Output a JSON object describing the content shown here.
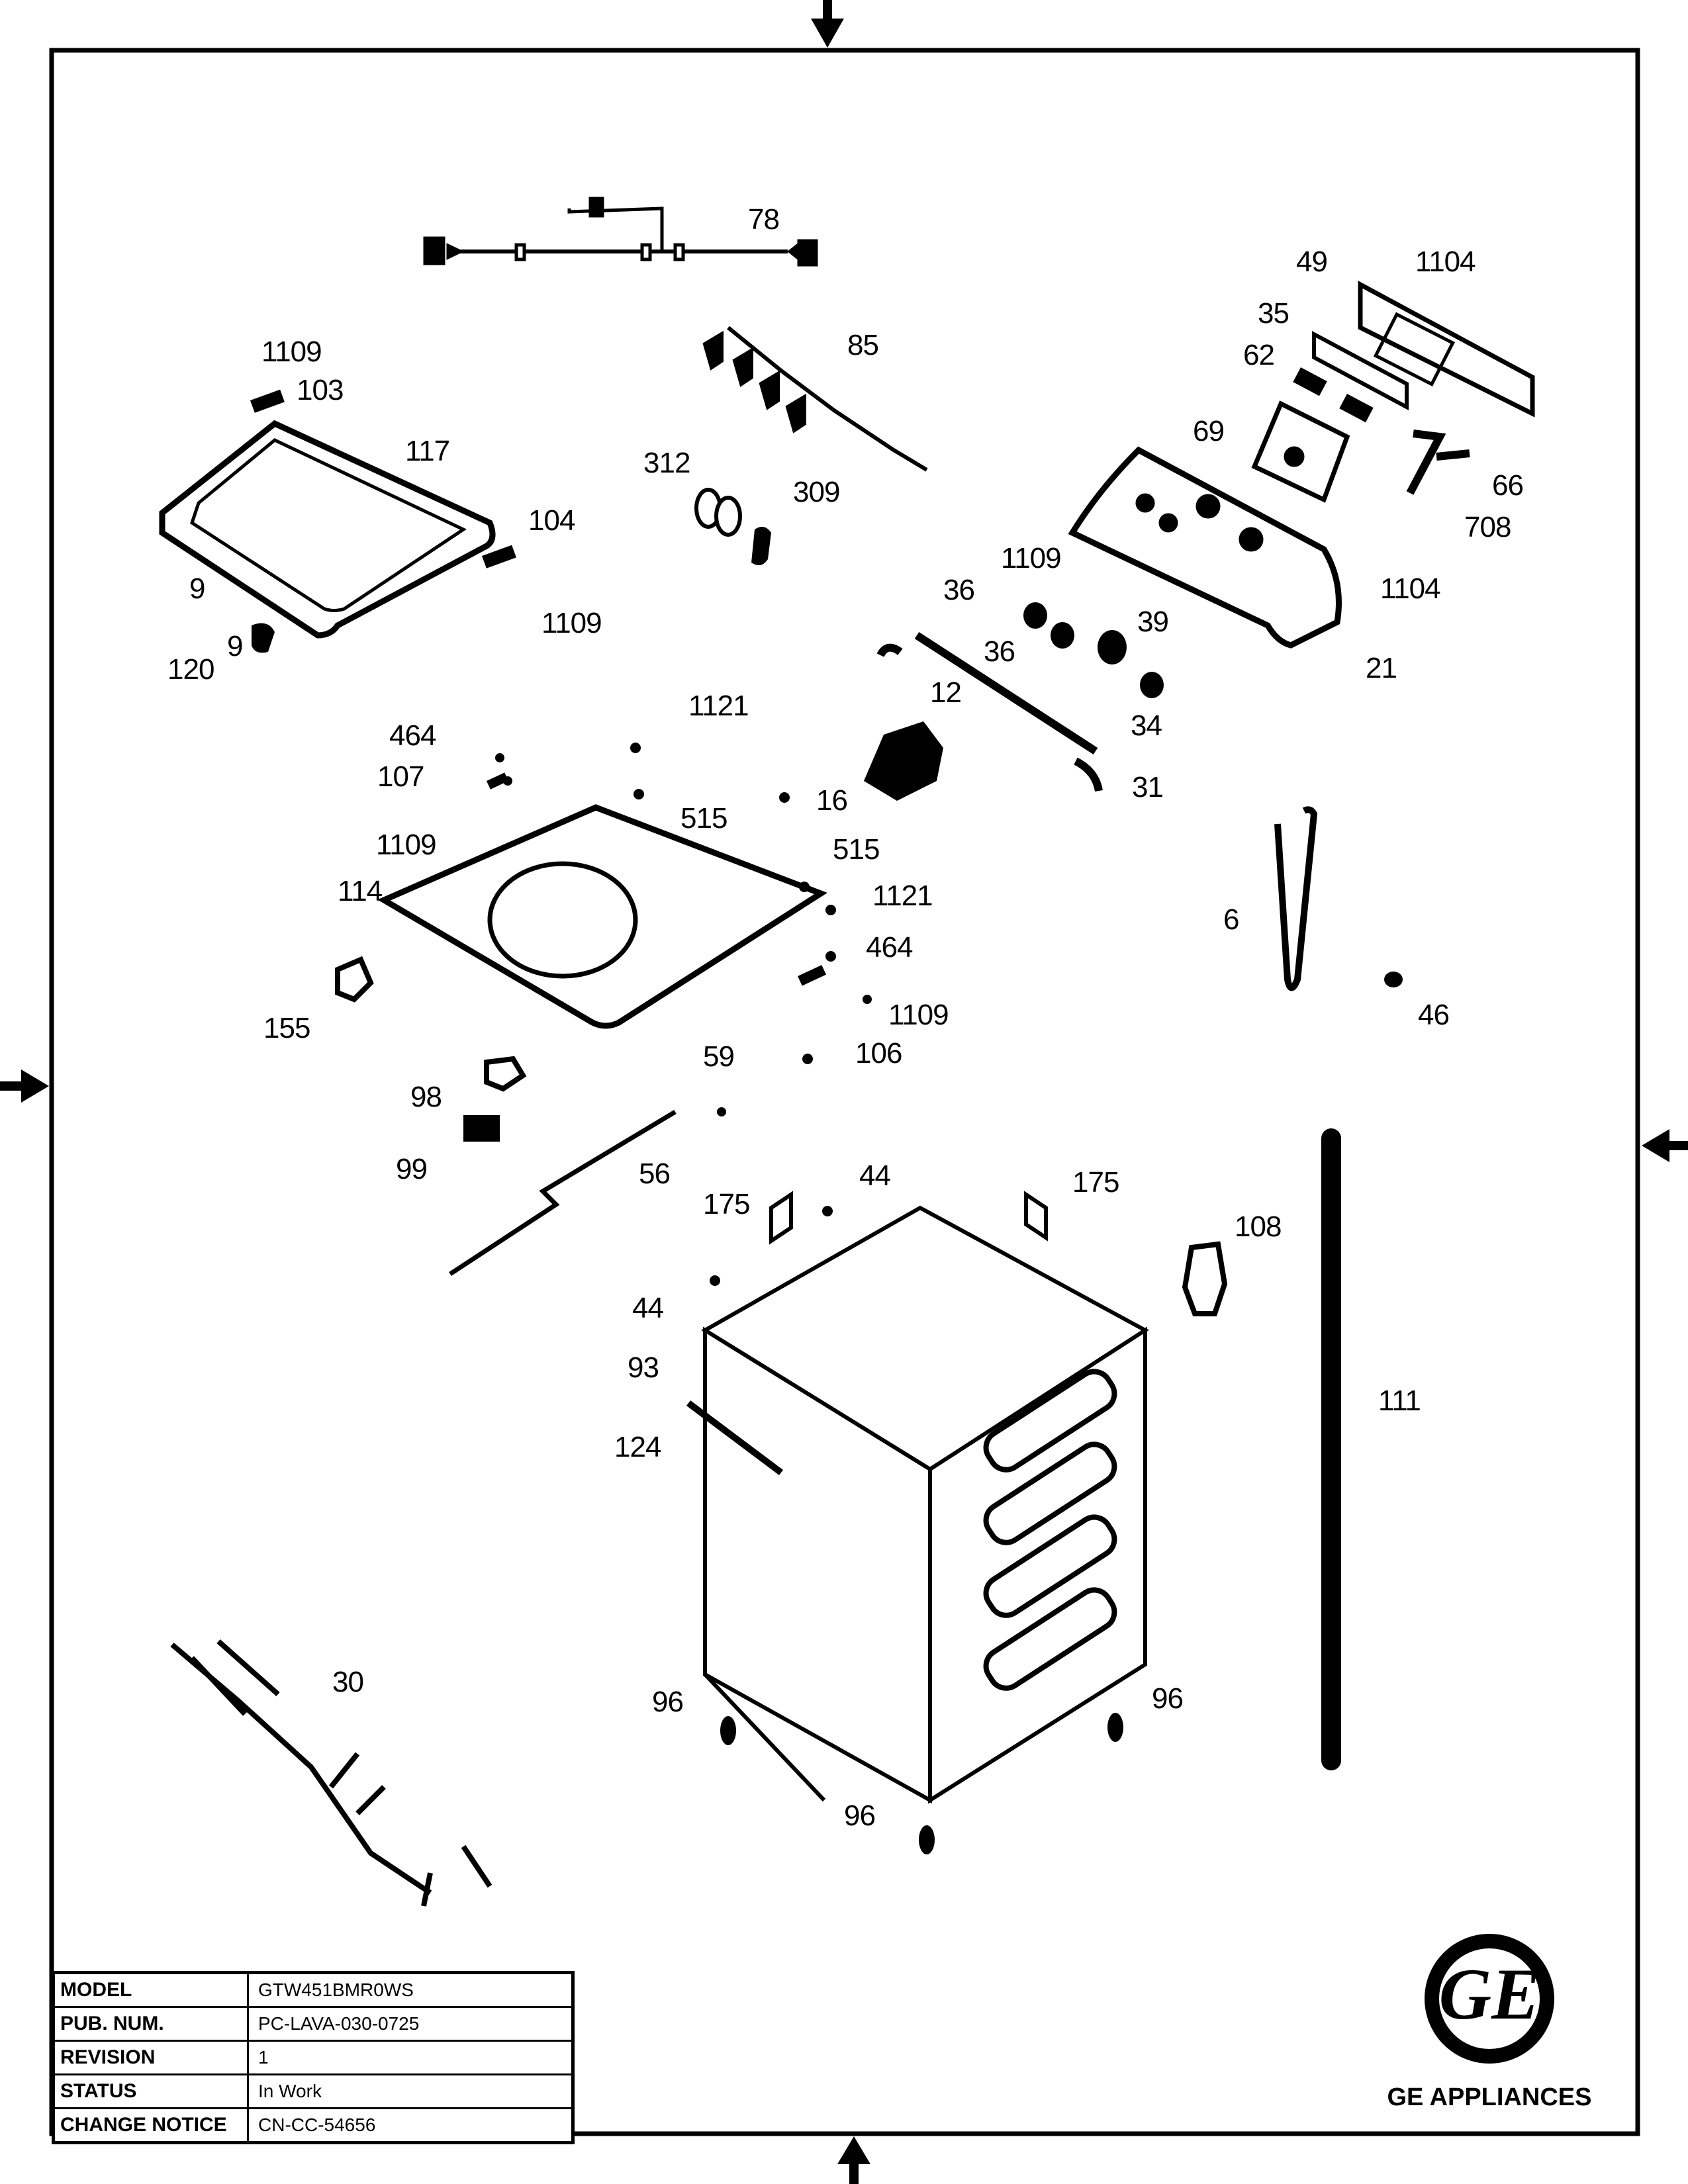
{
  "document": {
    "type": "exploded parts diagram",
    "subject": "Washer cabinet and controls"
  },
  "title_block": {
    "rows": [
      {
        "key": "MODEL",
        "value": "GTW451BMR0WS"
      },
      {
        "key": "PUB. NUM.",
        "value": "PC-LAVA-030-0725"
      },
      {
        "key": "REVISION",
        "value": "1"
      },
      {
        "key": "STATUS",
        "value": "In Work"
      },
      {
        "key": "CHANGE NOTICE",
        "value": "CN-CC-54656"
      }
    ]
  },
  "brand": {
    "logo_icon": "ge-monogram-logo",
    "name": "GE APPLIANCES"
  },
  "callouts": {
    "c78": "78",
    "c85": "85",
    "c312": "312",
    "c309": "309",
    "c49": "49",
    "c1104a": "1104",
    "c35": "35",
    "c62": "62",
    "c69": "69",
    "c66": "66",
    "c708": "708",
    "c1104b": "1104",
    "c1109e": "1109",
    "c21": "21",
    "c36a": "36",
    "c36b": "36",
    "c39": "39",
    "c34": "34",
    "c31": "31",
    "c12": "12",
    "c1109a": "1109",
    "c103": "103",
    "c117": "117",
    "c104": "104",
    "c9a": "9",
    "c1109b": "1109",
    "c9b": "9",
    "c120": "120",
    "c464a": "464",
    "c107": "107",
    "c1109c": "1109",
    "c114": "114",
    "c1121a": "1121",
    "c515a": "515",
    "c16": "16",
    "c515b": "515",
    "c1121b": "1121",
    "c464b": "464",
    "c1109d": "1109",
    "c106": "106",
    "c59": "59",
    "c155": "155",
    "c98": "98",
    "c99": "99",
    "c56": "56",
    "c6": "6",
    "c46": "46",
    "c175a": "175",
    "c44a": "44",
    "c175b": "175",
    "c108": "108",
    "c44b": "44",
    "c93": "93",
    "c124": "124",
    "c111": "111",
    "c30": "30",
    "c96a": "96",
    "c96b": "96",
    "c96c": "96"
  }
}
